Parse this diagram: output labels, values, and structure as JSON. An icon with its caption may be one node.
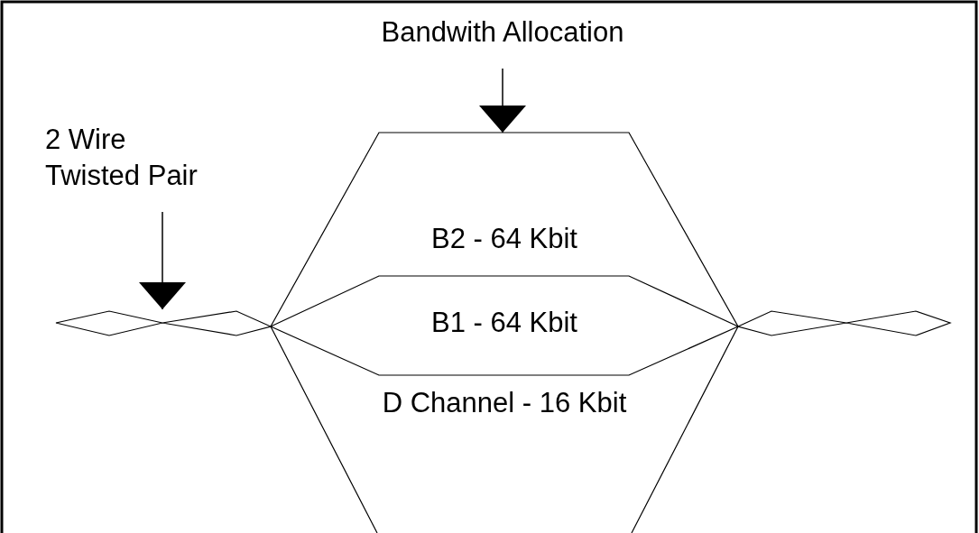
{
  "diagram": {
    "nodes": [
      {
        "text": [
          "Bandwith Allocation"
        ]
      },
      {
        "text": [
          "2 Wire Twisted Pair"
        ]
      },
      {
        "text": [
          "B2 - 64 Kbit",
          "D Channel - 16 Kbit"
        ]
      },
      {
        "text": [
          "B1 - 64 Kbit"
        ],
        "in": 2
      },
      {
        "text": [],
        "shape": "diamond"
      },
      {
        "text": [],
        "shape": "diamond"
      }
    ],
    "edges": [
      {
        "from": 0,
        "to": 2,
        "arrow": "to"
      },
      {
        "from": 1,
        "to": 4,
        "arrow": "to"
      }
    ]
  }
}
